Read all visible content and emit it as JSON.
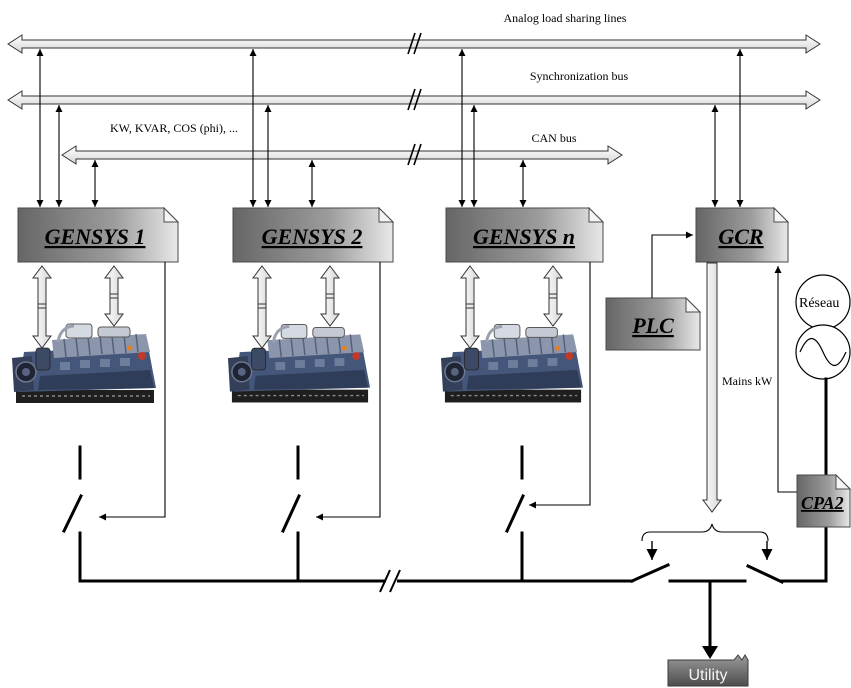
{
  "buses": {
    "analog_load_sharing": {
      "label": "Analog load sharing lines"
    },
    "synchronization": {
      "label": "Synchronization bus"
    },
    "can": {
      "label": "CAN bus",
      "signals_label": "KW, KVAR, COS (phi), ..."
    }
  },
  "controllers": [
    {
      "label": "GENSYS 1"
    },
    {
      "label": "GENSYS 2"
    },
    {
      "label": "GENSYS n"
    }
  ],
  "gcr": {
    "label": "GCR",
    "mains_label": "Mains kW"
  },
  "plc": {
    "label": "PLC"
  },
  "cpa": {
    "label": "CPA2"
  },
  "grid": {
    "label": "Réseau"
  },
  "utility": {
    "label": "Utility"
  },
  "colors": {
    "ink": "#000000",
    "box_dark": "#666666",
    "box_mid": "#9c9c9c",
    "box_light": "#e8e8e8",
    "bus_top": "#ffffff",
    "bus_bottom": "#d6d6d6",
    "utility_dark": "#4d4d4d",
    "utility_light": "#9a9a9a"
  }
}
